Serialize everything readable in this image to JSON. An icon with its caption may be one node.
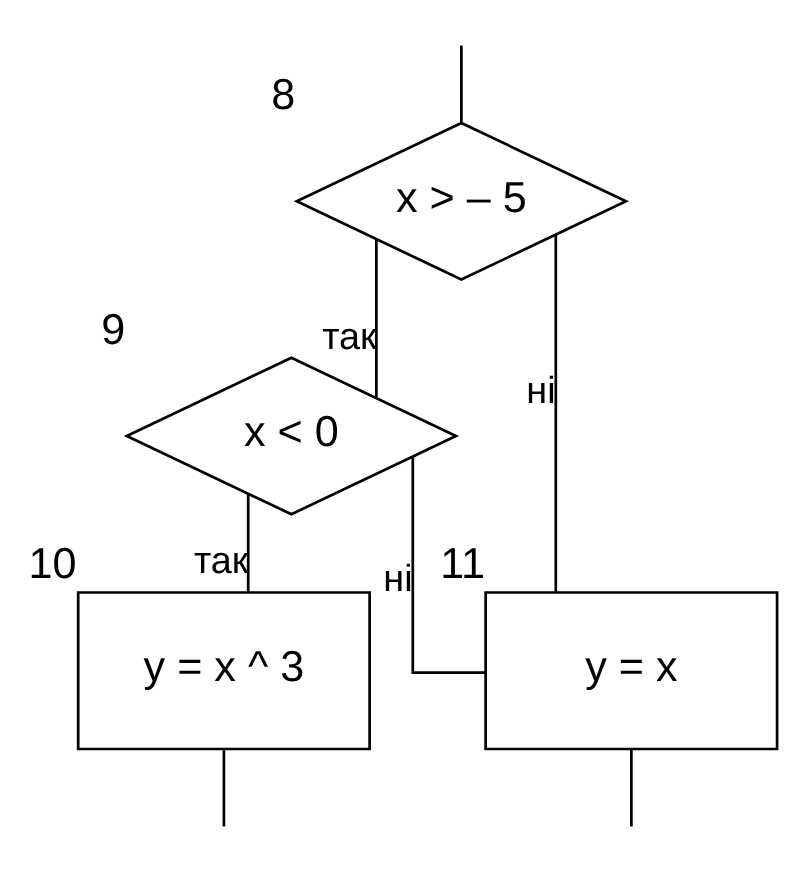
{
  "diagram": {
    "nodes": [
      {
        "text": [
          "x > – 5"
        ],
        "beside": [
          "8"
        ]
      },
      {
        "text": [
          "x < 0"
        ],
        "beside": [
          "9"
        ]
      },
      {
        "text": [
          "y = x ^ 3"
        ],
        "beside": [
          "10"
        ]
      },
      {
        "text": [
          "y = x"
        ],
        "beside": [
          "11"
        ]
      }
    ],
    "edges": [
      {
        "from": null,
        "to": 0,
        "arrow": "none"
      },
      {
        "from": 0,
        "to": 1,
        "label": "так",
        "arrow": "none"
      },
      {
        "from": 0,
        "to": 3,
        "label": "ні",
        "arrow": "none"
      },
      {
        "from": 1,
        "to": 3,
        "label": "ні",
        "arrow": "none"
      },
      {
        "from": 1,
        "to": 2,
        "label": "так",
        "arrow": "none"
      },
      {
        "from": 2,
        "to": null,
        "arrow": "none"
      },
      {
        "from": 3,
        "to": null,
        "arrow": "none"
      }
    ]
  }
}
